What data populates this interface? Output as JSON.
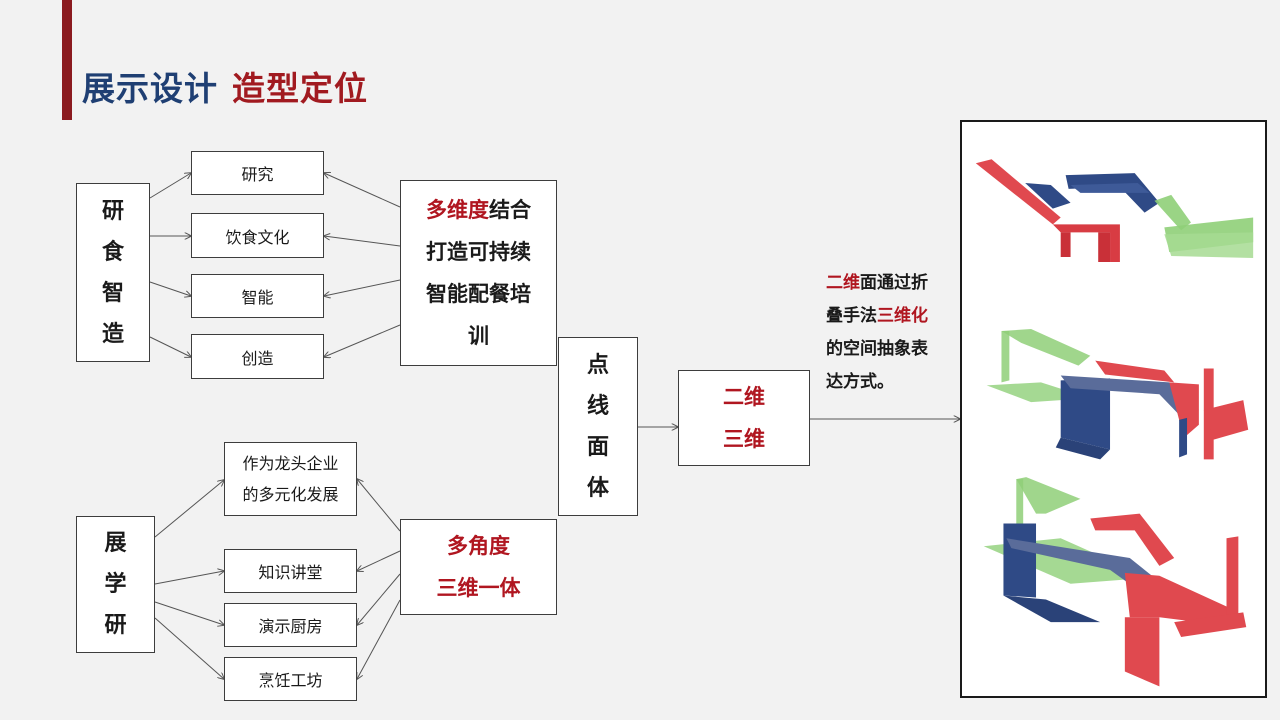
{
  "title": {
    "primary": "展示设计",
    "secondary": "造型定位"
  },
  "left_top": {
    "label": [
      "研",
      "食",
      "智",
      "造"
    ],
    "items": [
      "研究",
      "饮食文化",
      "智能",
      "创造"
    ]
  },
  "center_top": {
    "lines": [
      [
        {
          "text": "多维度",
          "color": "red"
        },
        {
          "text": "结合",
          "color": "dark"
        }
      ],
      [
        {
          "text": "打造可持续",
          "color": "dark"
        }
      ],
      [
        {
          "text": "智能配餐培",
          "color": "dark"
        }
      ],
      [
        {
          "text": "训",
          "color": "dark"
        }
      ]
    ]
  },
  "left_bottom": {
    "label": [
      "展",
      "学",
      "研"
    ],
    "items": [
      [
        "作为龙头企业",
        "的多元化发展"
      ],
      [
        "知识讲堂"
      ],
      [
        "演示厨房"
      ],
      [
        "烹饪工坊"
      ]
    ]
  },
  "center_bottom": {
    "lines": [
      "多角度",
      "三维一体"
    ]
  },
  "middle": {
    "label": [
      "点",
      "线",
      "面",
      "体"
    ]
  },
  "dimension": {
    "lines": [
      "二维",
      "三维"
    ]
  },
  "annotation": {
    "lines": [
      [
        {
          "text": "二维",
          "color": "red"
        },
        {
          "text": "面通过折",
          "color": "dark"
        }
      ],
      [
        {
          "text": "叠手法",
          "color": "dark"
        },
        {
          "text": "三维化",
          "color": "red"
        }
      ],
      [
        {
          "text": "的空间抽象表",
          "color": "dark"
        }
      ],
      [
        {
          "text": "达方式。",
          "color": "dark"
        }
      ]
    ]
  },
  "colors": {
    "accent": "#8b1a1f",
    "title_blue": "#1f3f73",
    "highlight_red": "#b01620",
    "model_red": "#e0494f",
    "model_blue": "#2f4a86",
    "model_green": "#8fcf78"
  },
  "image": {
    "icon": "folded-3d-model-image"
  }
}
